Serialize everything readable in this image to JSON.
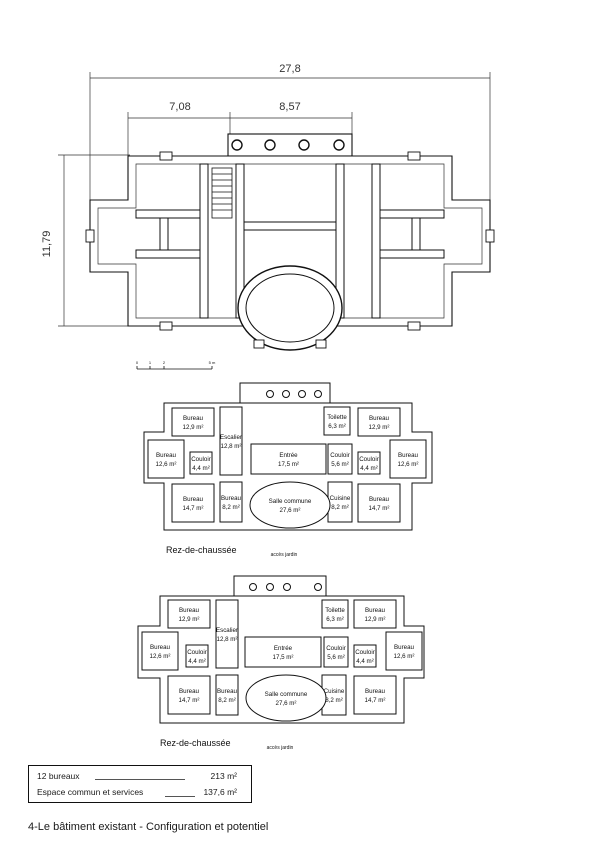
{
  "dimensions": {
    "overall_width": "27,8",
    "left_part": "7,08",
    "center_part": "8,57",
    "height": "11,79"
  },
  "scale_bar": {
    "ticks": [
      "0",
      "1",
      "2",
      "5 m"
    ]
  },
  "plan": {
    "caption": "Rez-de-chaussée",
    "garden_access": "accès jardin",
    "rooms": {
      "bureau_tl": {
        "name": "Bureau",
        "area": "12,9 m²"
      },
      "bureau_ml": {
        "name": "Bureau",
        "area": "12,6 m²"
      },
      "bureau_bl": {
        "name": "Bureau",
        "area": "14,7 m²"
      },
      "couloir_l": {
        "name": "Couloir",
        "area": "4,4 m²"
      },
      "escalier": {
        "name": "Escalier",
        "area": "12,8 m²"
      },
      "bureau_small": {
        "name": "Bureau",
        "area": "8,2 m²"
      },
      "entree": {
        "name": "Entrée",
        "area": "17,5 m²"
      },
      "salle": {
        "name": "Salle commune",
        "area": "27,6 m²"
      },
      "toilette": {
        "name": "Toilette",
        "area": "6,3 m²"
      },
      "couloir_c": {
        "name": "Couloir",
        "area": "5,6 m²"
      },
      "cuisine": {
        "name": "Cuisine",
        "area": "8,2 m²"
      },
      "bureau_tr": {
        "name": "Bureau",
        "area": "12,9 m²"
      },
      "couloir_r": {
        "name": "Couloir",
        "area": "4,4 m²"
      },
      "bureau_mr": {
        "name": "Bureau",
        "area": "12,6 m²"
      },
      "bureau_br": {
        "name": "Bureau",
        "area": "14,7 m²"
      }
    }
  },
  "summary": {
    "row1_label": "12 bureaux",
    "row1_value": "213 m²",
    "row2_label": "Espace commun et services",
    "row2_value": "137,6 m²"
  },
  "footer": {
    "caption": "4-Le bâtiment existant - Configuration et potentiel"
  }
}
